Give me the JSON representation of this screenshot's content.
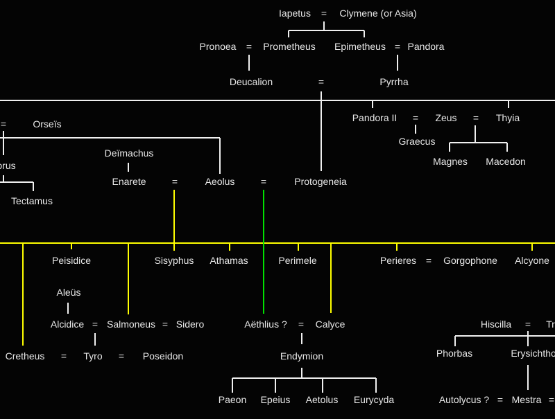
{
  "title": "Family tree of Iapetus and Aeolus",
  "colors": {
    "background": "#040404",
    "text": "#e8e8e8",
    "white_line": "#f0f0f0",
    "yellow_line": "#ffff00",
    "green_line": "#00e000"
  },
  "nodes": {
    "iapetus": "Iapetus",
    "eq_iapetus": "=",
    "clymene": "Clymene (or Asia)",
    "pronoea": "Pronoea",
    "eq_pronoea": "=",
    "prometheus": "Prometheus",
    "epimetheus": "Epimetheus",
    "eq_epimetheus": "=",
    "pandora": "Pandora",
    "deucalion": "Deucalion",
    "eq_deucalion": "=",
    "pyrrha": "Pyrrha",
    "eq_orseis": "=",
    "orseis": "Orseïs",
    "xuthus_partial": "orus",
    "tectamus": "Tectamus",
    "deimachus": "Deïmachus",
    "enarete": "Enarete",
    "eq_enarete": "=",
    "aeolus": "Aeolus",
    "eq_aeolus": "=",
    "protogeneia": "Protogeneia",
    "pandora2": "Pandora II",
    "eq_pandora2": "=",
    "zeus": "Zeus",
    "eq_zeus": "=",
    "thyia": "Thyia",
    "graecus": "Graecus",
    "magnes": "Magnes",
    "macedon": "Macedon",
    "peisidice": "Peisidice",
    "sisyphus": "Sisyphus",
    "athamas": "Athamas",
    "perimele": "Perimele",
    "perieres": "Perieres",
    "eq_perieres": "=",
    "gorgophone": "Gorgophone",
    "alcyone": "Alcyone",
    "aleus": "Aleüs",
    "alcidice": "Alcidice",
    "eq_alcidice": "=",
    "salmoneus": "Salmoneus",
    "eq_salmoneus": "=",
    "sidero": "Sidero",
    "cretheus": "Cretheus",
    "eq_cretheus": "=",
    "tyro": "Tyro",
    "eq_tyro": "=",
    "poseidon": "Poseidon",
    "aethlius": "Aëthlius ?",
    "eq_aethlius": "=",
    "calyce": "Calyce",
    "endymion": "Endymion",
    "paeon": "Paeon",
    "epeius": "Epeius",
    "aetolus": "Aetolus",
    "eurycyda": "Eurycyda",
    "hiscilla": "Hiscilla",
    "eq_hiscilla": "=",
    "triopas_partial": "Tri",
    "phorbas": "Phorbas",
    "erysichthon_partial": "Erysichthon",
    "autolycus": "Autolycus ?",
    "eq_autolycus": "=",
    "mestra": "Mestra",
    "eq_mestra": "="
  }
}
